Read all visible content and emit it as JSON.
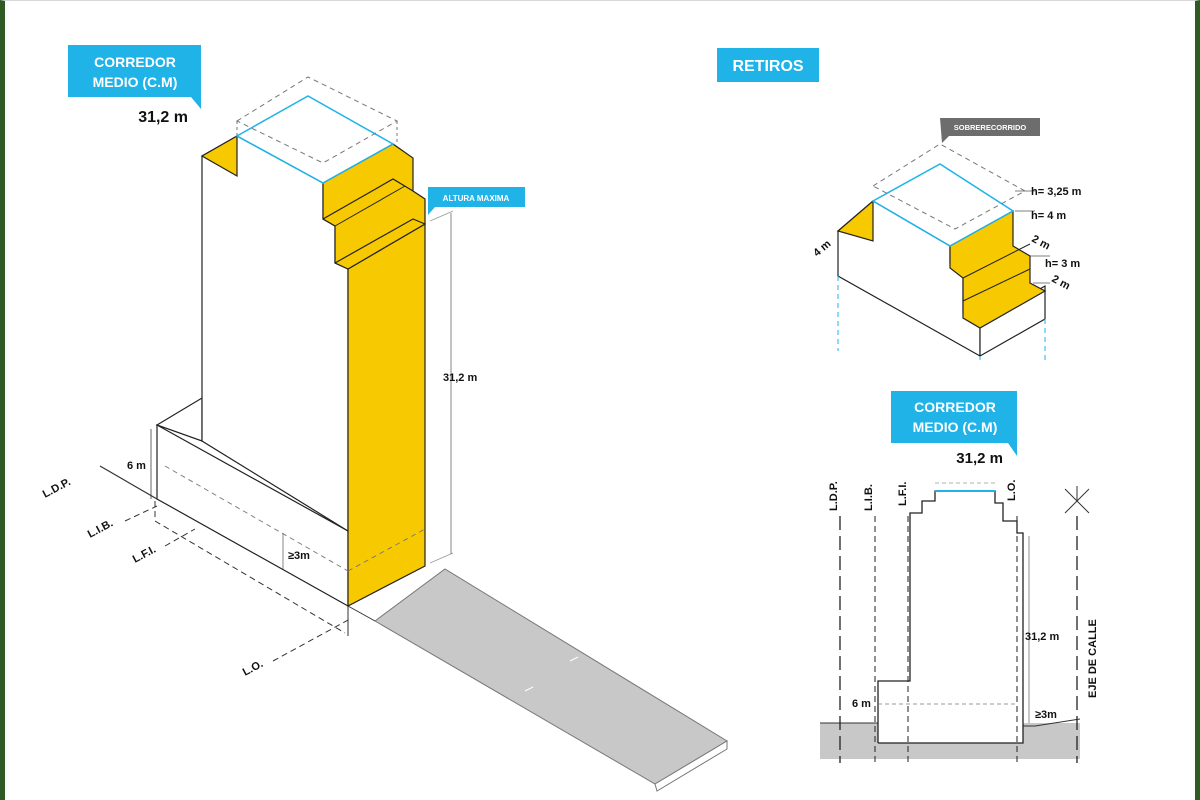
{
  "left_view": {
    "tag": {
      "line1": "CORREDOR",
      "line2": "MEDIO (C.M)"
    },
    "height_label": "31,2 m",
    "altura_tag": "ALTURA MAXIMA",
    "dim_height": "31,2 m",
    "dim_base": "6 m",
    "dim_setback": "≥3m",
    "line_labels": {
      "ldp": "L.D.P.",
      "lib": "L.I.B.",
      "lfi": "L.F.I.",
      "lo": "L.O."
    }
  },
  "retiros": {
    "title": "RETIROS",
    "sobrerecorrido": "SOBRERECORRIDO",
    "dims": {
      "h325": "h= 3,25 m",
      "h4": "h= 4 m",
      "d2a": "2 m",
      "h3": "h= 3 m",
      "d2b": "2 m",
      "side4": "4 m"
    }
  },
  "section_view": {
    "tag": {
      "line1": "CORREDOR",
      "line2": "MEDIO (C.M)"
    },
    "height_label": "31,2 m",
    "line_labels": {
      "ldp": "L.D.P.",
      "lib": "L.I.B.",
      "lfi": "L.F.I.",
      "lo": "L.O."
    },
    "eje": "EJE DE CALLE",
    "dim_height": "31,2 m",
    "dim_base": "6 m",
    "dim_setback": "≥3m"
  },
  "colors": {
    "yellow": "#f7c900",
    "cyan": "#1fb3e8",
    "frame_green": "#2f5a23",
    "ground_gray": "#c8c8c8"
  }
}
